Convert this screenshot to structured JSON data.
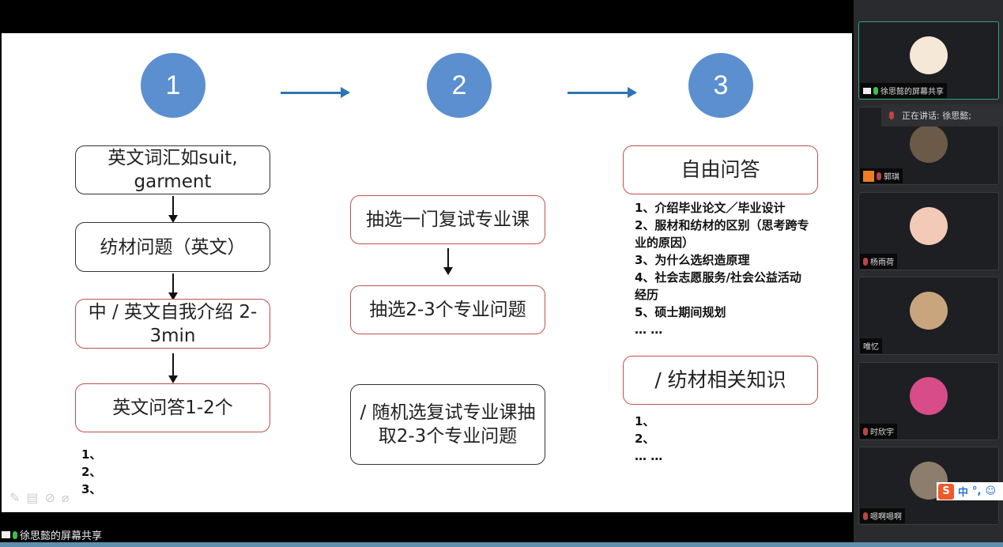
{
  "slide": {
    "steps": [
      "1",
      "2",
      "3"
    ],
    "col1": {
      "boxes": [
        "英文词汇如suit, garment",
        "纺材问题（英文）",
        "中 / 英文自我介绍 2-3min",
        "英文问答1-2个"
      ],
      "list": [
        "1、",
        "2、",
        "3、"
      ]
    },
    "col2": {
      "boxes": [
        "抽选一门复试专业课",
        "抽选2-3个专业问题",
        "/ 随机选复试专业课抽取2-3个专业问题"
      ]
    },
    "col3": {
      "box1": "自由问答",
      "list1": [
        "1、介绍毕业论文／毕业设计",
        "2、服材和纺材的区别（思考跨专业的原因）",
        "3、为什么选织造原理",
        "4、社会志愿服务/社会公益活动经历",
        "5、硕士期间规划",
        "… …"
      ],
      "box2": "/ 纺材相关知识",
      "list2": [
        "1、",
        "2、",
        "… …"
      ]
    }
  },
  "share_label": "徐思懿的屏幕共享",
  "speaking_tooltip": "正在讲话: 徐思懿;",
  "participants": [
    {
      "name": "徐思懿的屏幕共享",
      "mic": "on"
    },
    {
      "name": "郭琪",
      "mic": "off"
    },
    {
      "name": "杨雨荷",
      "mic": "off"
    },
    {
      "name": "唯忆",
      "mic": "none"
    },
    {
      "name": "时欣宇",
      "mic": "off"
    },
    {
      "name": "嗯啊嗯啊",
      "mic": "off"
    }
  ],
  "ime": {
    "logo": "S",
    "mode": "中",
    "punct": "°,",
    "emoji": "☺"
  },
  "colors": {
    "circle": "#5b8fd0",
    "arrow": "#2e75b6",
    "red_border": "#c0504d",
    "active_tile": "#2fa37c"
  }
}
